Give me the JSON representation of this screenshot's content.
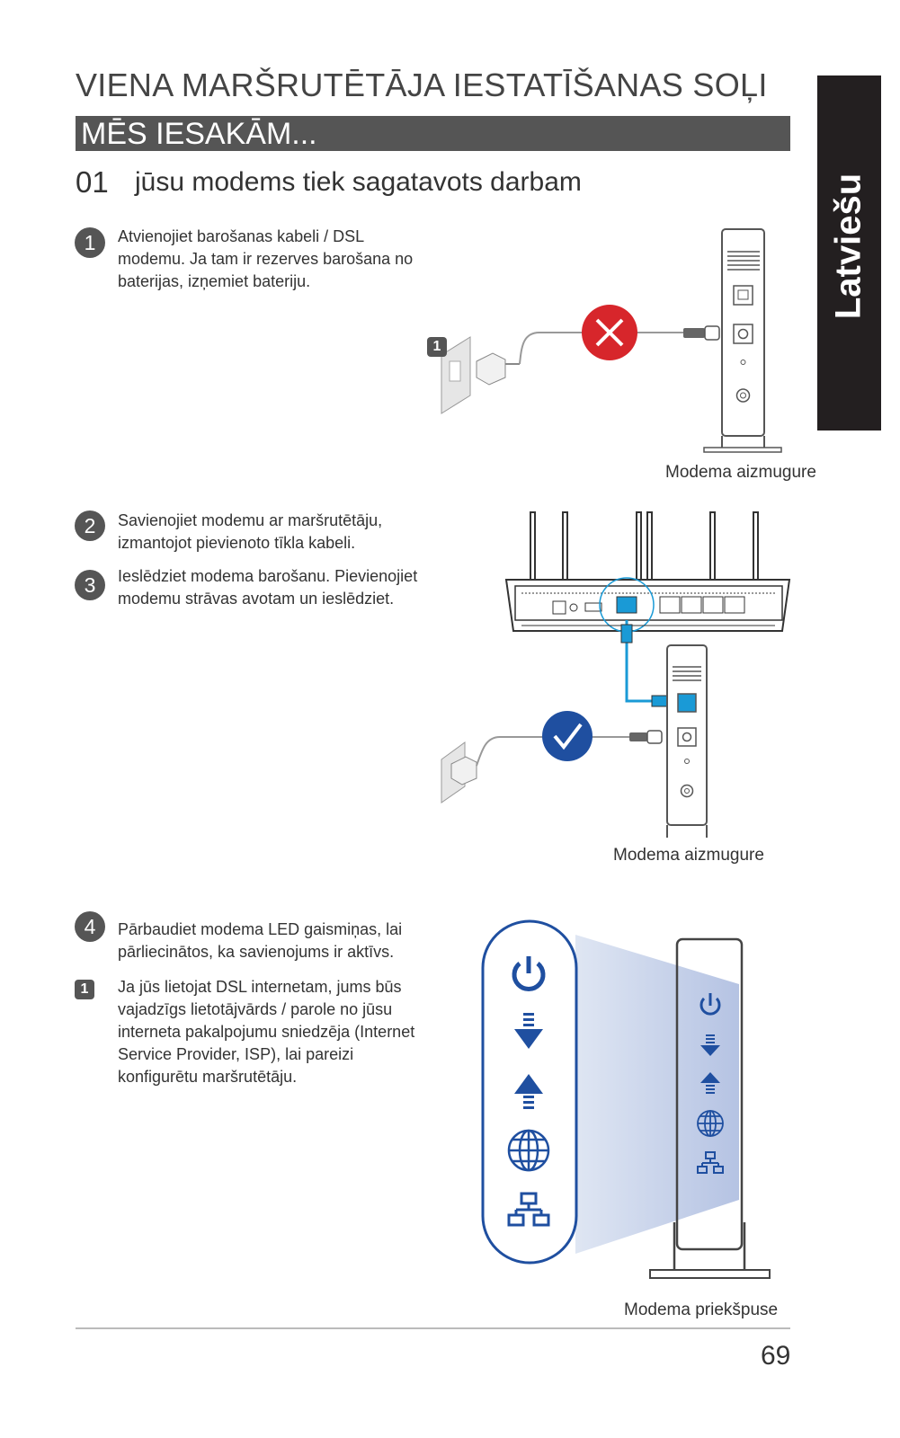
{
  "header": {
    "title": "VIENA MARŠRUTĒTĀJA IESTATĪŠANAS SOĻI",
    "banner": "MĒS IESAKĀM..."
  },
  "section": {
    "number": "01",
    "title": "jūsu modems tiek sagatavots darbam"
  },
  "side_tab": {
    "label": "Latviešu"
  },
  "steps": [
    {
      "num": "1",
      "text": "Atvienojiet barošanas kabeli / DSL modemu. Ja tam ir rezerves barošana no baterijas, izņemiet bateriju."
    },
    {
      "num": "2",
      "text": "Savienojiet modemu ar maršrutētāju, izmantojot pievienoto tīkla kabeli."
    },
    {
      "num": "3",
      "text": "Ieslēdziet modema barošanu. Pievienojiet modemu strāvas avotam un ieslēdziet."
    },
    {
      "num": "4",
      "text": "Pārbaudiet modema LED gaismiņas, lai pārliecinātos, ka savienojums ir aktīvs."
    }
  ],
  "note": {
    "badge": "1",
    "text": "Ja jūs lietojat DSL internetam, jums būs vajadzīgs lietotājvārds / parole no jūsu interneta pakalpojumu sniedzēja (Internet Service Provider, ISP), lai pareizi konfigurētu maršrutētāju."
  },
  "figures": {
    "fig1_badge": "1",
    "fig1_caption": "Modema aizmugure",
    "fig2_caption": "Modema aizmugure",
    "fig3_caption": "Modema priekšpuse"
  },
  "colors": {
    "cross": "#d7262b",
    "check": "#1f4fa0",
    "cable": "#1a9ad6",
    "led_blue": "#1f4fa0"
  },
  "page_number": "69"
}
